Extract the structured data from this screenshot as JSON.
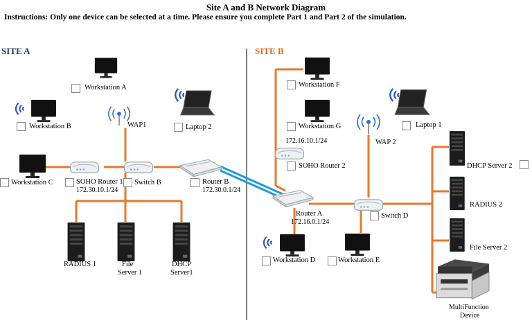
{
  "header": {
    "title": "Site A and B Network Diagram",
    "instructions": "Instructions: Only one device can be selected at a time. Please ensure you complete Part 1 and Part 2 of the simulation."
  },
  "sites": {
    "a": {
      "label": "SITE A",
      "color": "#1f3d7a"
    },
    "b": {
      "label": "SITE B",
      "color": "#e07020"
    }
  },
  "colors": {
    "link": "#e8782a",
    "wan": "#1f9bd8",
    "divider": "#555555"
  },
  "devices": {
    "workstation_a": {
      "label": "Workstation A"
    },
    "workstation_b": {
      "label": "Workstation B"
    },
    "wap1": {
      "label": "WAP1"
    },
    "laptop_2": {
      "label": "Laptop 2"
    },
    "workstation_c": {
      "label": "Workstation C"
    },
    "soho_router_1": {
      "label": "SOHO Router 1",
      "ip": "172.30.10.1/24"
    },
    "switch_b": {
      "label": "Switch B"
    },
    "router_b": {
      "label": "Router B",
      "ip": "172.30.0.1/24"
    },
    "radius_1": {
      "label": "RADIUS 1"
    },
    "file_server_1": {
      "label_1": "File",
      "label_2": "Server 1"
    },
    "dhcp_server1": {
      "label_1": "DHCP",
      "label_2": "Server1"
    },
    "workstation_f": {
      "label": "Workstation F"
    },
    "workstation_g": {
      "label": "Workstation G"
    },
    "soho_router_2": {
      "label": "SOHO Router 2",
      "ip": "172.16.10.1/24"
    },
    "wap2": {
      "label": "WAP 2"
    },
    "laptop_1": {
      "label": "Laptop 1"
    },
    "dhcp_server_2": {
      "label": "DHCP Server 2"
    },
    "router_a": {
      "label": "Router A",
      "ip": "172.16.0.1/24"
    },
    "switch_d": {
      "label": "Switch D"
    },
    "radius_2": {
      "label": "RADIUS 2"
    },
    "file_server_2": {
      "label": "File Server 2"
    },
    "workstation_d": {
      "label": "Workstation D"
    },
    "workstation_e": {
      "label": "Workstation E"
    },
    "multifunction": {
      "label_1": "MultiFunction",
      "label_2": "Device"
    }
  },
  "icons": {
    "monitor": "monitor-icon",
    "laptop": "laptop-icon",
    "server": "server-icon",
    "router": "router-icon",
    "switch": "switch-icon",
    "wireless": "wireless-signal-icon",
    "access_point": "wireless-access-point-icon",
    "printer": "printer-icon",
    "checkbox": "checkbox-icon"
  }
}
